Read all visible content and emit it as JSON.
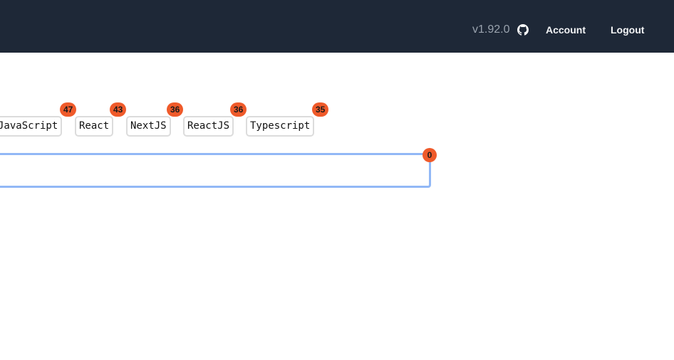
{
  "header": {
    "version": "v1.92.0",
    "github_icon": "github-icon",
    "account_label": "Account",
    "logout_label": "Logout",
    "background_color": "#1e2837"
  },
  "tags": [
    {
      "label": "JavaScript",
      "count": "47"
    },
    {
      "label": "React",
      "count": "43"
    },
    {
      "label": "NextJS",
      "count": "36"
    },
    {
      "label": "ReactJS",
      "count": "36"
    },
    {
      "label": "Typescript",
      "count": "35"
    }
  ],
  "input": {
    "value": "",
    "placeholder": "",
    "count": "0",
    "focus_color": "#92b8f6"
  },
  "badge_color": "#ef5a2a"
}
